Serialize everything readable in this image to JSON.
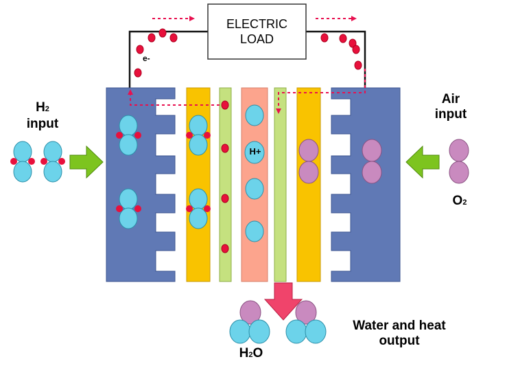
{
  "load": {
    "line1": "ELECTRIC",
    "line2": "LOAD"
  },
  "electron_label": "e-",
  "proton_label": "H+",
  "left_input": {
    "line1_main": "H",
    "line1_sub": "2",
    "line2": "input"
  },
  "right_input": {
    "line1": "Air",
    "line2": "input"
  },
  "oxygen_label": {
    "main": "O",
    "sub": "2"
  },
  "water_label": {
    "main1": "H",
    "sub": "2",
    "main2": "O"
  },
  "output_label": {
    "line1": "Water and heat",
    "line2": "output"
  },
  "colors": {
    "bipolar_plate": "#6079b5",
    "gas_diffusion_layer": "#f9c300",
    "catalyst_layer": "#c5e17f",
    "electrolyte": "#fca48d",
    "hydrogen_atom": "#6cd3ea",
    "oxygen_atom": "#c98abf",
    "electron": "#e8103c",
    "input_arrow": "#7dc41f",
    "output_arrow": "#f0446b",
    "current_path": "#e8104f"
  }
}
